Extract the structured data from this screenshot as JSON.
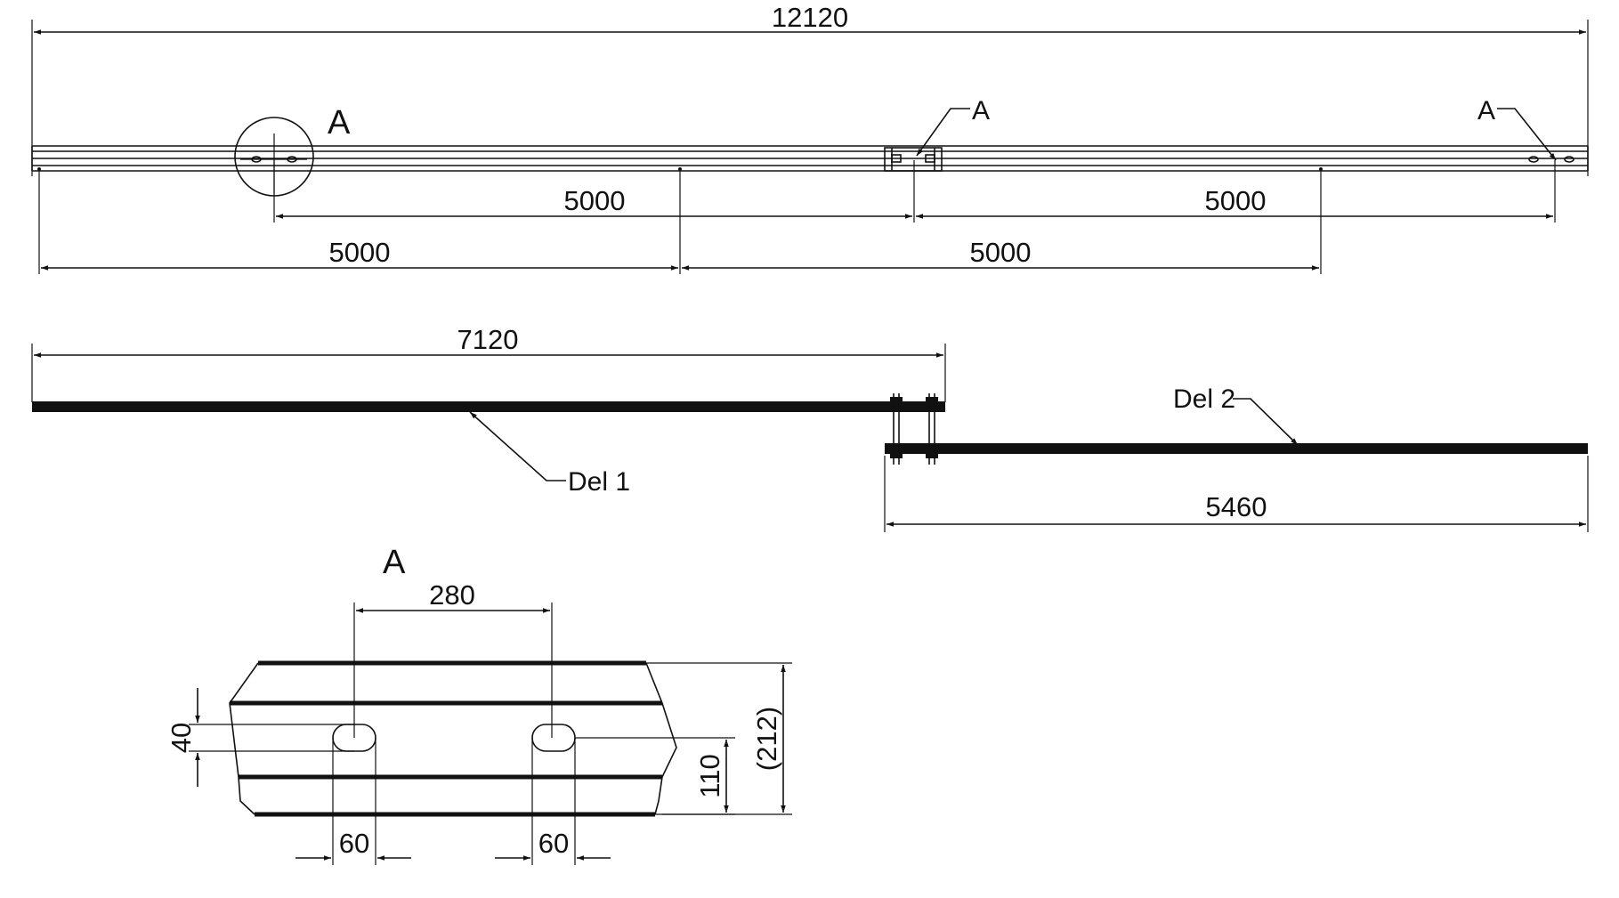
{
  "top_view": {
    "overall_length": "12120",
    "detail_mark": "A",
    "callout_middle": "A",
    "callout_right": "A",
    "upper_spacing_left": "5000",
    "upper_spacing_right": "5000",
    "lower_spacing_left": "5000",
    "lower_spacing_right": "5000"
  },
  "side_view": {
    "part1_length": "7120",
    "part1_label": "Del 1",
    "part2_label": "Del 2",
    "part2_length": "5460"
  },
  "detail_a": {
    "title": "A",
    "hole_spacing": "280",
    "slot_height": "40",
    "slot_offset": "110",
    "profile_height": "(212)",
    "slot_width_left": "60",
    "slot_width_right": "60"
  }
}
